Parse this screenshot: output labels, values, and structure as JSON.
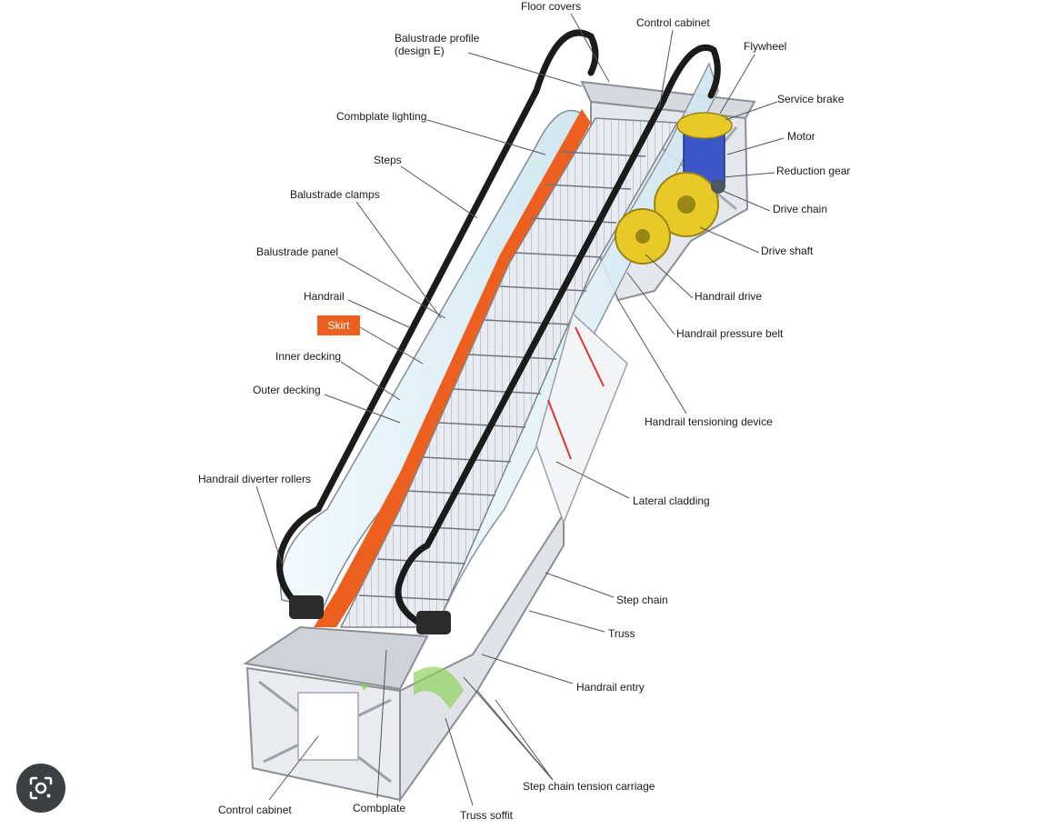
{
  "labels": {
    "floor_covers": "Floor covers",
    "control_cabinet_top": "Control cabinet",
    "flywheel": "Flywheel",
    "balustrade_profile": "Balustrade profile\n(design E)",
    "service_brake": "Service brake",
    "combplate_lighting": "Combplate lighting",
    "motor": "Motor",
    "steps": "Steps",
    "reduction_gear": "Reduction gear",
    "balustrade_clamps": "Balustrade clamps",
    "drive_chain": "Drive chain",
    "balustrade_panel": "Balustrade panel",
    "drive_shaft": "Drive shaft",
    "handrail": "Handrail",
    "handrail_drive": "Handrail drive",
    "skirt": "Skirt",
    "handrail_pressure_belt": "Handrail pressure belt",
    "inner_decking": "Inner decking",
    "outer_decking": "Outer decking",
    "handrail_tensioning_device": "Handrail tensioning device",
    "handrail_diverter_rollers": "Handrail diverter rollers",
    "lateral_cladding": "Lateral cladding",
    "step_chain": "Step chain",
    "truss": "Truss",
    "handrail_entry": "Handrail entry",
    "step_chain_tension_carriage": "Step chain tension carriage",
    "control_cabinet_bottom": "Control cabinet",
    "combplate": "Combplate",
    "truss_soffit": "Truss soffit"
  },
  "colors": {
    "skirt": "#ec5f1e",
    "steel": "#b8bcc4",
    "glass": "#d9eef6",
    "handrail": "#1b1b1b",
    "motor": "#3b57c7",
    "gear": "#e7c928",
    "green": "#8fd15e"
  },
  "icons": {
    "lens": "lens-search-icon"
  }
}
